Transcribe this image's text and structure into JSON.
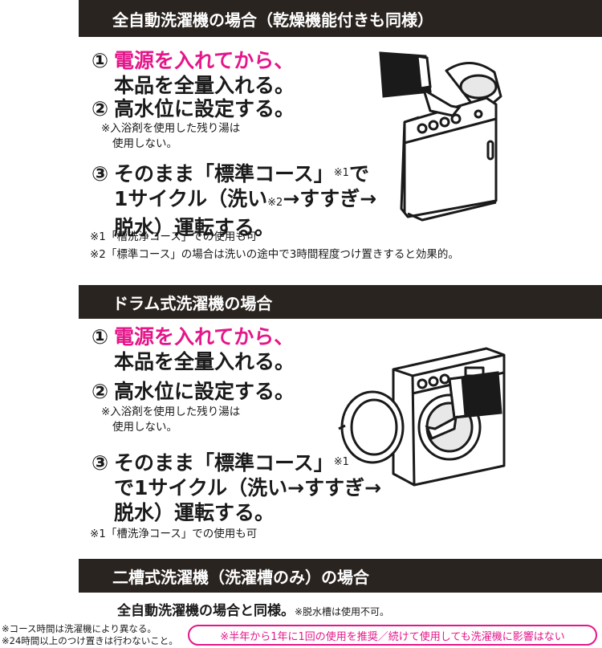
{
  "section1": {
    "title": "全自動洗濯機の場合（乾燥機能付きも同様）",
    "step1_num": "①",
    "step1_pink": "電源を入れてから、",
    "step1_line2": "本品を全量入れる。",
    "step2_num": "②",
    "step2_text": "高水位に設定する。",
    "step2_note1": "※入浴剤を使用した残り湯は",
    "step2_note2": "使用しない。",
    "step3_num": "③",
    "step3_line1": "そのまま「標準コース」",
    "step3_line1_mark": "※1",
    "step3_line1_end": "で",
    "step3_line2a": "1サイクル（洗い",
    "step3_line2_mark": "※2",
    "step3_line2b": "→すすぎ→",
    "step3_line3": "脱水）運転する。",
    "note1": "※1「槽洗浄コース」での使用も可",
    "note2": "※2「標準コース」の場合は洗いの途中で3時間程度つけ置きすると効果的。"
  },
  "section2": {
    "title": "ドラム式洗濯機の場合",
    "step1_num": "①",
    "step1_pink": "電源を入れてから、",
    "step1_line2": "本品を全量入れる。",
    "step2_num": "②",
    "step2_text": "高水位に設定する。",
    "step2_note1": "※入浴剤を使用した残り湯は",
    "step2_note2": "使用しない。",
    "step3_num": "③",
    "step3_line1": "そのまま「標準コース」",
    "step3_line1_mark": "※1",
    "step3_line2": "で1サイクル（洗い→すすぎ→",
    "step3_line3": "脱水）運転する。",
    "note1": "※1「槽洗浄コース」での使用も可"
  },
  "section3": {
    "title": "二槽式洗濯機（洗濯槽のみ）の場合",
    "text": "全自動洗濯機の場合と同様。",
    "note": "※脱水槽は使用不可。"
  },
  "footer": {
    "note1": "※コース時間は洗濯機により異なる。",
    "note2": "※24時間以上のつけ置きは行わないこと。",
    "pill": "※半年から1年に1回の使用を推奨／続けて使用しても洗濯機に影響はない"
  },
  "colors": {
    "header_bg": "#2a2420",
    "accent_pink": "#e4168a"
  },
  "icons": [
    "top-load-washer-illustration",
    "drum-washer-illustration"
  ]
}
